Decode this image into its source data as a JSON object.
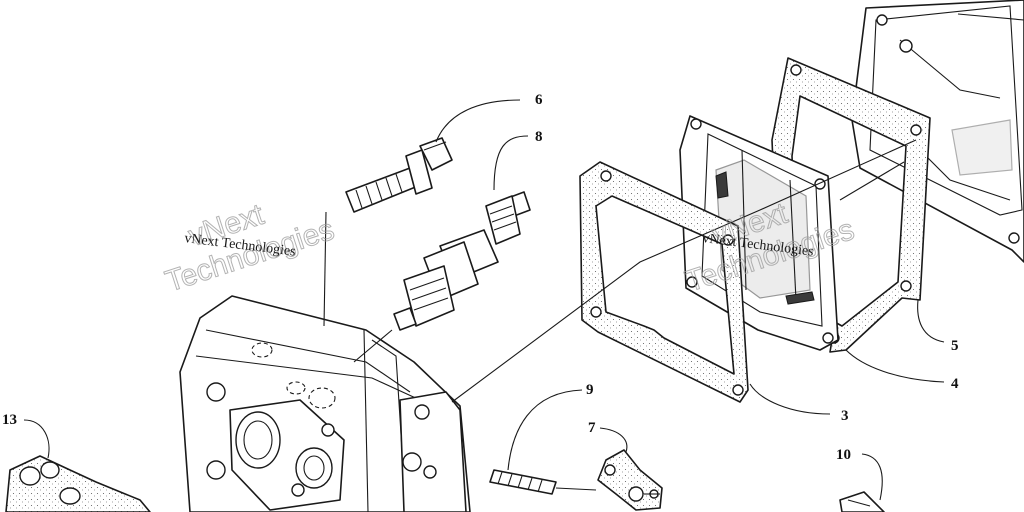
{
  "callouts": {
    "c3": "3",
    "c4": "4",
    "c5": "5",
    "c6": "6",
    "c7": "7",
    "c8": "8",
    "c9": "9",
    "c10": "10",
    "c13": "13"
  },
  "watermarks": {
    "left_text": "vNext Technologies",
    "left_ghost_line1": "vNext",
    "left_ghost_line2": "Technologies",
    "right_text": "vNext Technologies",
    "right_ghost_line1": "vNext",
    "right_ghost_line2": "Technologies"
  },
  "colors": {
    "line": "#1a1a1a",
    "background": "#ffffff",
    "watermark_ghost": "#9a9a9a"
  }
}
